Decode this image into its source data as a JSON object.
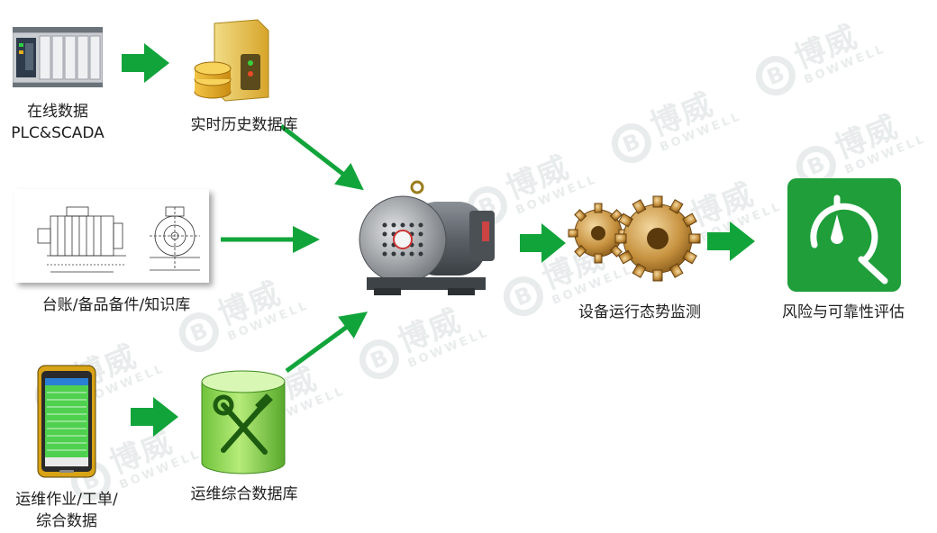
{
  "watermark": {
    "cn": "博威",
    "en": "BOWWELL"
  },
  "nodes": {
    "online_data": {
      "line1": "在线数据",
      "line2": "PLC&SCADA"
    },
    "realtime_db": {
      "label": "实时历史数据库"
    },
    "ledger": {
      "label": "台账/备品备件/知识库"
    },
    "ops_data": {
      "line1": "运维作业/工单/",
      "line2": "综合数据"
    },
    "ops_db": {
      "label": "运维综合数据库"
    },
    "monitoring": {
      "label": "设备运行态势监测"
    },
    "risk": {
      "label": "风险与可靠性评估"
    }
  },
  "colors": {
    "arrow_green": "#11a43a",
    "icon_green": "#1f9e3a",
    "cylinder_green": "#8ed64a"
  }
}
